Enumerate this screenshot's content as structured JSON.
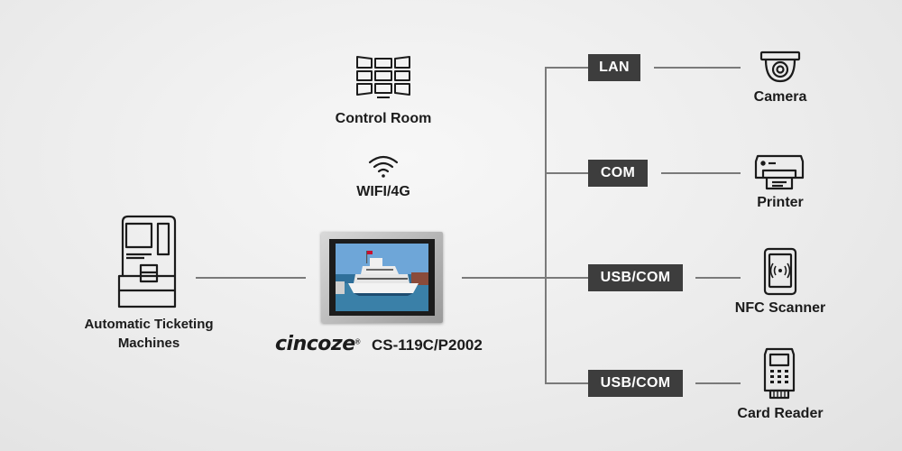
{
  "center": {
    "brand": "cincoze",
    "brand_mark": "®",
    "model": "CS-119C/P2002"
  },
  "control_room": {
    "label": "Control Room",
    "icon": "video-wall-icon"
  },
  "wireless": {
    "label": "WIFI/4G",
    "icon": "wifi-icon"
  },
  "ticketing": {
    "label_line1": "Automatic Ticketing",
    "label_line2": "Machines",
    "icon": "ticket-machine-icon"
  },
  "ports": [
    {
      "label": "LAN",
      "device": "Camera",
      "icon": "camera-icon"
    },
    {
      "label": "COM",
      "device": "Printer",
      "icon": "printer-icon"
    },
    {
      "label": "USB/COM",
      "device": "NFC Scanner",
      "icon": "nfc-scanner-icon"
    },
    {
      "label": "USB/COM",
      "device": "Card Reader",
      "icon": "card-reader-icon"
    }
  ],
  "colors": {
    "port_bg": "#3d3d3d",
    "line": "#7a7a7a",
    "icon": "#1b1b1b"
  }
}
